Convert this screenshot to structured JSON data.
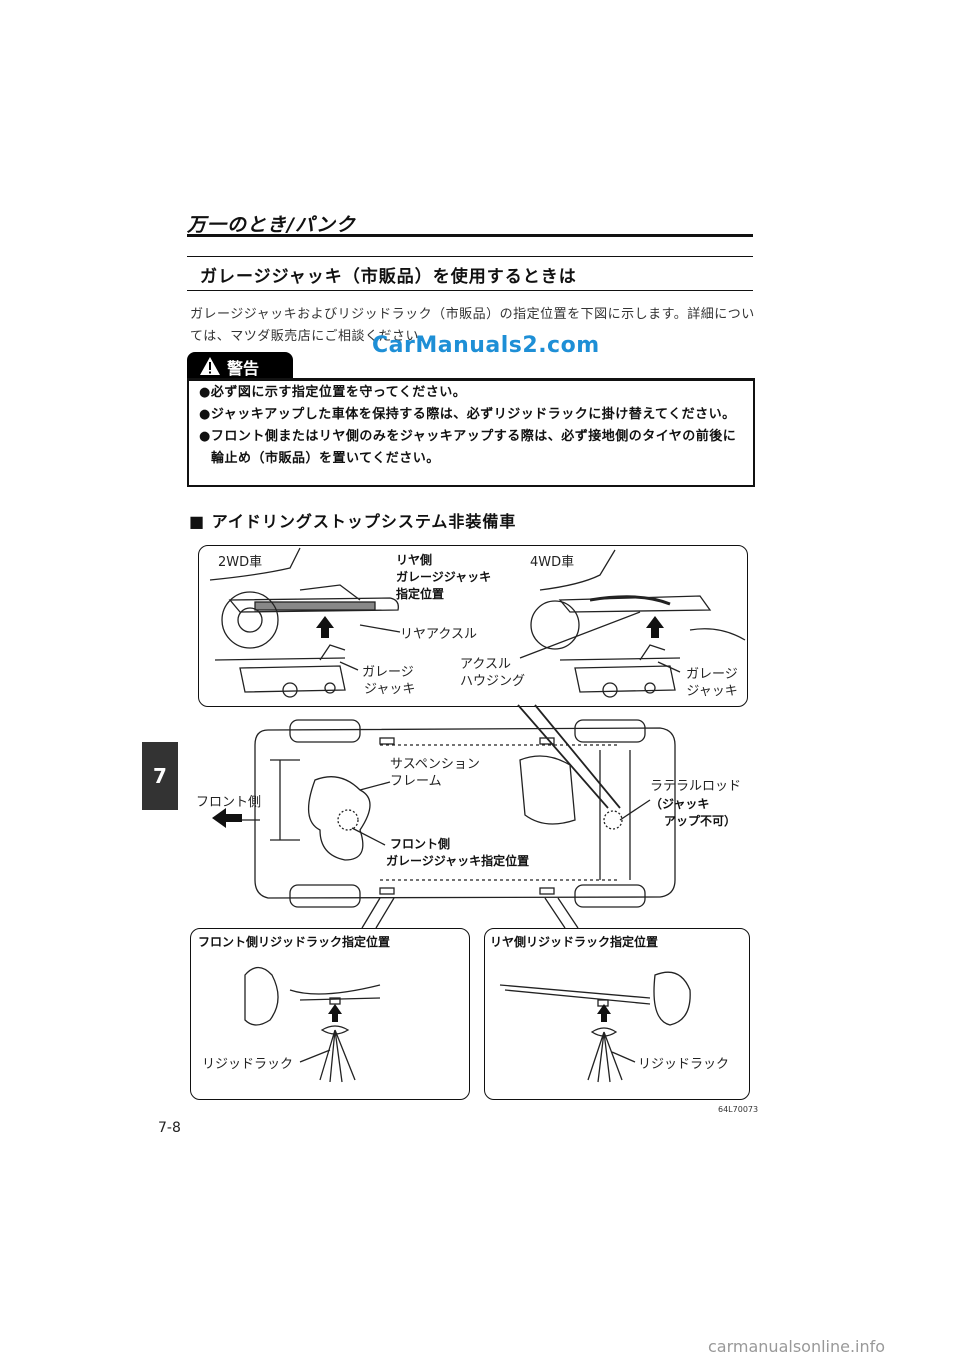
{
  "header": {
    "section": "万一のとき/パンク",
    "subtitle": "ガレージジャッキ（市販品）を使用するときは"
  },
  "intro_text": "ガレージジャッキおよびリジッドラック（市販品）の指定位置を下図に示します。詳細については、マツダ販売店にご相談ください。",
  "watermark": "CarManuals2.com",
  "warning": {
    "label": "警告",
    "items": [
      "●必ず図に示す指定位置を守ってください。",
      "●ジャッキアップした車体を保持する際は、必ずリジッドラックに掛け替えてください。",
      "●フロント側またはリヤ側のみをジャッキアップする際は、必ず接地側のタイヤの前後に輪止め（市販品）を置いてください。"
    ]
  },
  "subsection": "■ アイドリングストップシステム非装備車",
  "diagram": {
    "top": {
      "label_2wd": "2WD車",
      "label_4wd": "4WD車",
      "rear_jack_point": [
        "リヤ側",
        "ガレージジャッキ",
        "指定位置"
      ],
      "rear_axle": "リヤアクスル",
      "garage_jack_left": [
        "ガレージ",
        "ジャッキ"
      ],
      "axle_housing": [
        "アクスル",
        "ハウジング"
      ],
      "garage_jack_right": [
        "ガレージ",
        "ジャッキ"
      ]
    },
    "middle": {
      "suspension_frame": [
        "サスペンション",
        "フレーム"
      ],
      "front_side": "フロント側",
      "front_jack_point": [
        "フロント側",
        "ガレージジャッキ指定位置"
      ],
      "lateral_rod": "ラテラルロッド",
      "lateral_rod_note": [
        "（ジャッキ",
        "アップ不可）"
      ]
    },
    "bottom": {
      "front_rigid_title": "フロント側リジッドラック指定位置",
      "rear_rigid_title": "リヤ側リジッドラック指定位置",
      "rigid_rack_left": "リジッドラック",
      "rigid_rack_right": "リジッドラック"
    },
    "figure_code": "64L70073"
  },
  "chapter_tab": "7",
  "page_number": "7-8",
  "footer_watermark": "carmanualsonline.info"
}
